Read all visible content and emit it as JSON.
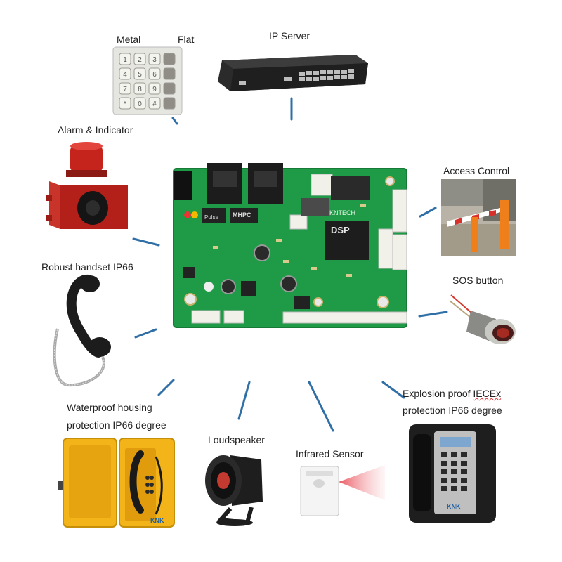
{
  "labels": {
    "metal": "Metal",
    "flat": "Flat",
    "ip_server": "IP Server",
    "alarm": "Alarm & Indicator",
    "access_control": "Access Control",
    "robust_handset": "Robust handset IP66",
    "sos_button": "SOS button",
    "waterproof_line1": "Waterproof housing",
    "waterproof_line2": "protection IP66 degree",
    "loudspeaker": "Loudspeaker",
    "infrared": "Infrared Sensor",
    "explosion_line1_a": "Explosion proof ",
    "explosion_line1_b": "IECEx",
    "explosion_line2": "protection IP66 degree"
  },
  "board_text": {
    "pulse": "Pulse",
    "mhpc": "MHPC",
    "kntech": "KNTECH",
    "dsp": "DSP"
  },
  "device_text": {
    "housing_brand": "KNK",
    "explosion_brand": "KNK"
  },
  "keypad": [
    "1",
    "2",
    "3",
    "",
    "4",
    "5",
    "6",
    "",
    "7",
    "8",
    "9",
    "",
    "*",
    "0",
    "#",
    ""
  ],
  "colors": {
    "connector_line": "#2f6fa6",
    "pcb_green": "#1f9a46",
    "housing_yellow": "#f2b418",
    "alarm_red": "#c4241c"
  },
  "icons": {
    "center": "pcb-board-icon",
    "keypad": "keypad-icon",
    "server": "network-switch-icon",
    "alarm": "alarm-beacon-icon",
    "barrier": "access-barrier-icon",
    "handset": "telephone-handset-icon",
    "sos": "sos-pushbutton-icon",
    "housing": "waterproof-phone-housing-icon",
    "speaker": "loudspeaker-icon",
    "sensor": "infrared-sensor-icon",
    "exphone": "explosion-proof-phone-icon"
  }
}
